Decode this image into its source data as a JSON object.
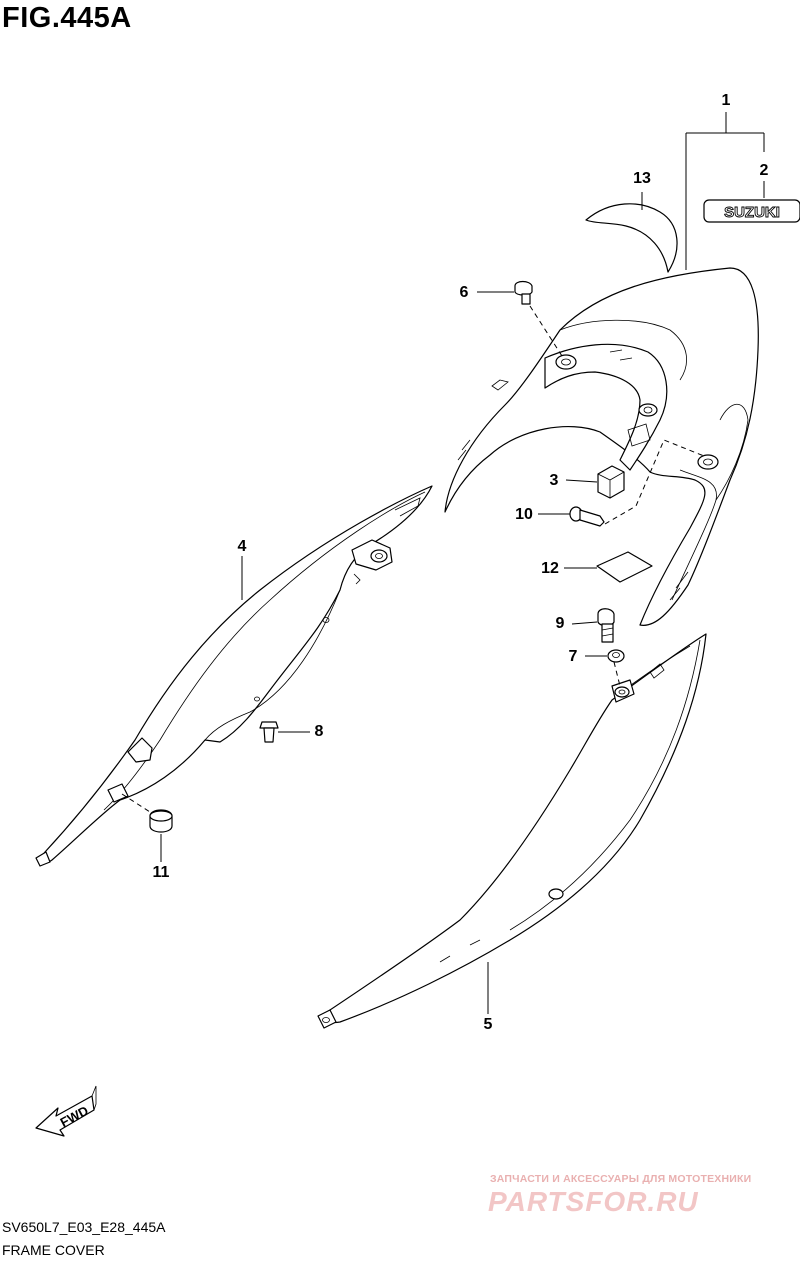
{
  "figure": {
    "title": "FIG.445A",
    "code": "SV650L7_E03_E28_445A",
    "name": "FRAME COVER"
  },
  "emblem_text": "SUZUKI",
  "fwd_text": "FWD",
  "callouts": [
    "1",
    "2",
    "3",
    "4",
    "5",
    "6",
    "7",
    "8",
    "9",
    "10",
    "11",
    "12",
    "13"
  ],
  "watermark": {
    "caption": "ЗАПЧАСТИ И АКСЕССУАРЫ ДЛЯ МОТОТЕХНИКИ",
    "logo": "PARTSFOR.RU"
  }
}
